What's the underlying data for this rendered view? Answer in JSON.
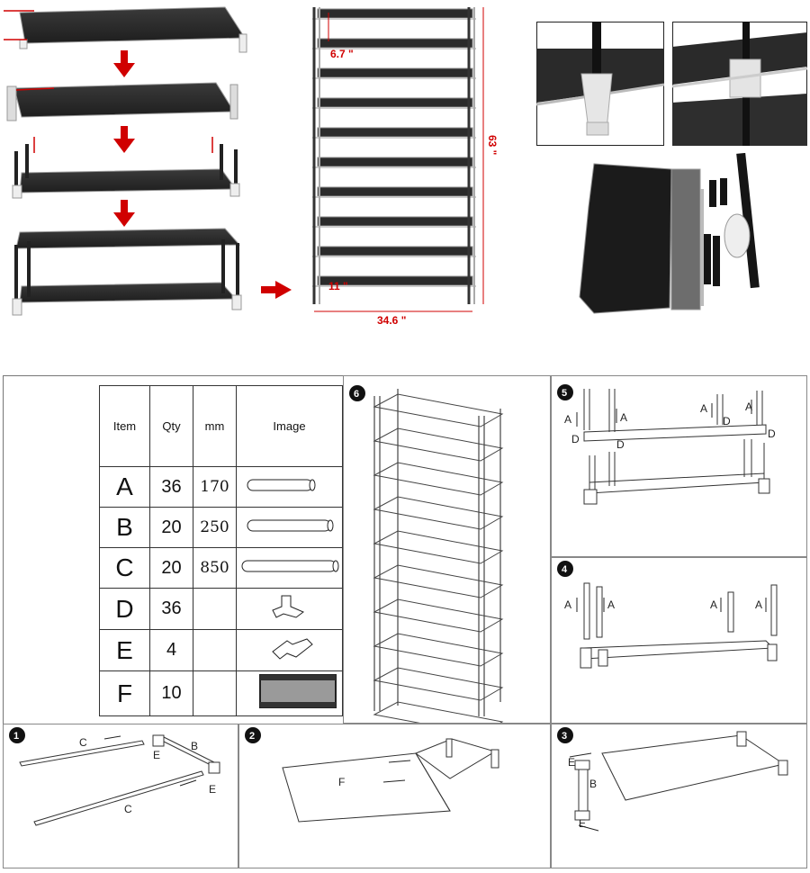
{
  "dimensions": {
    "shelf_spacing": "6.7 \"",
    "height": "63 \"",
    "bottom_clearance": "11 \"",
    "width": "34.6 \""
  },
  "parts_table": {
    "headers": [
      "Item",
      "Qty",
      "mm",
      "Image"
    ],
    "rows": [
      {
        "item": "A",
        "qty": "36",
        "mm": "170"
      },
      {
        "item": "B",
        "qty": "20",
        "mm": "250"
      },
      {
        "item": "C",
        "qty": "20",
        "mm": "850"
      },
      {
        "item": "D",
        "qty": "36",
        "mm": ""
      },
      {
        "item": "E",
        "qty": "4",
        "mm": ""
      },
      {
        "item": "F",
        "qty": "10",
        "mm": ""
      }
    ]
  },
  "steps": {
    "s1": {
      "num": "1",
      "labels": [
        "C",
        "E",
        "B",
        "E",
        "C"
      ]
    },
    "s2": {
      "num": "2",
      "labels": [
        "F"
      ]
    },
    "s3": {
      "num": "3",
      "labels": [
        "E",
        "B",
        "E"
      ]
    },
    "s4": {
      "num": "4",
      "labels": [
        "A",
        "A",
        "A",
        "A"
      ]
    },
    "s5": {
      "num": "5",
      "labels": [
        "A",
        "A",
        "A",
        "A",
        "D",
        "D",
        "D",
        "D"
      ]
    },
    "s6": {
      "num": "6"
    }
  },
  "colors": {
    "accent": "#d00000",
    "fabric": "#2b2b2b",
    "frame": "#e8e8e8"
  }
}
